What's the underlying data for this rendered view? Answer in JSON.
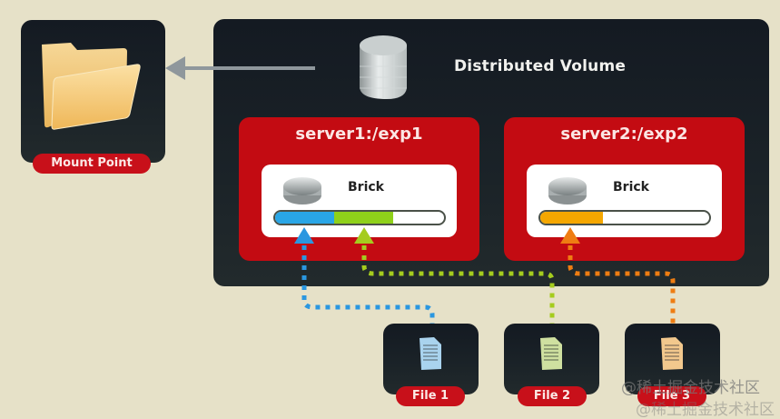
{
  "diagram": {
    "title": "Distributed Volume",
    "mount_point": {
      "label": "Mount Point",
      "icon": "folder-icon"
    },
    "volume_icon": "database-cylinder-icon",
    "servers": [
      {
        "title": "server1:/exp1",
        "brick": {
          "label": "Brick",
          "icon": "disk-icon",
          "usage_segments": [
            {
              "file": "File 1",
              "fraction": 0.35,
              "color": "#29a6e6"
            },
            {
              "file": "File 2",
              "fraction": 0.35,
              "color": "#8fd11a"
            }
          ]
        }
      },
      {
        "title": "server2:/exp2",
        "brick": {
          "label": "Brick",
          "icon": "disk-icon",
          "usage_segments": [
            {
              "file": "File 3",
              "fraction": 0.37,
              "color": "#f5a700"
            }
          ]
        }
      }
    ],
    "files": [
      {
        "label": "File 1",
        "icon": "document-icon",
        "color": "#a9d3ee",
        "target": "server1:/exp1",
        "arrow_color": "#2a97e0"
      },
      {
        "label": "File 2",
        "icon": "document-icon",
        "color": "#cfe0a0",
        "target": "server1:/exp1",
        "arrow_color": "#a5cc1e"
      },
      {
        "label": "File 3",
        "icon": "document-icon",
        "color": "#f2c88d",
        "target": "server2:/exp2",
        "arrow_color": "#ef7d12"
      }
    ],
    "colors": {
      "background": "#e6e1c8",
      "panel": "#1a2126",
      "server": "#c30b12",
      "pill": "#c8101a"
    }
  },
  "watermark": {
    "text": "@稀土掘金技术社区"
  }
}
